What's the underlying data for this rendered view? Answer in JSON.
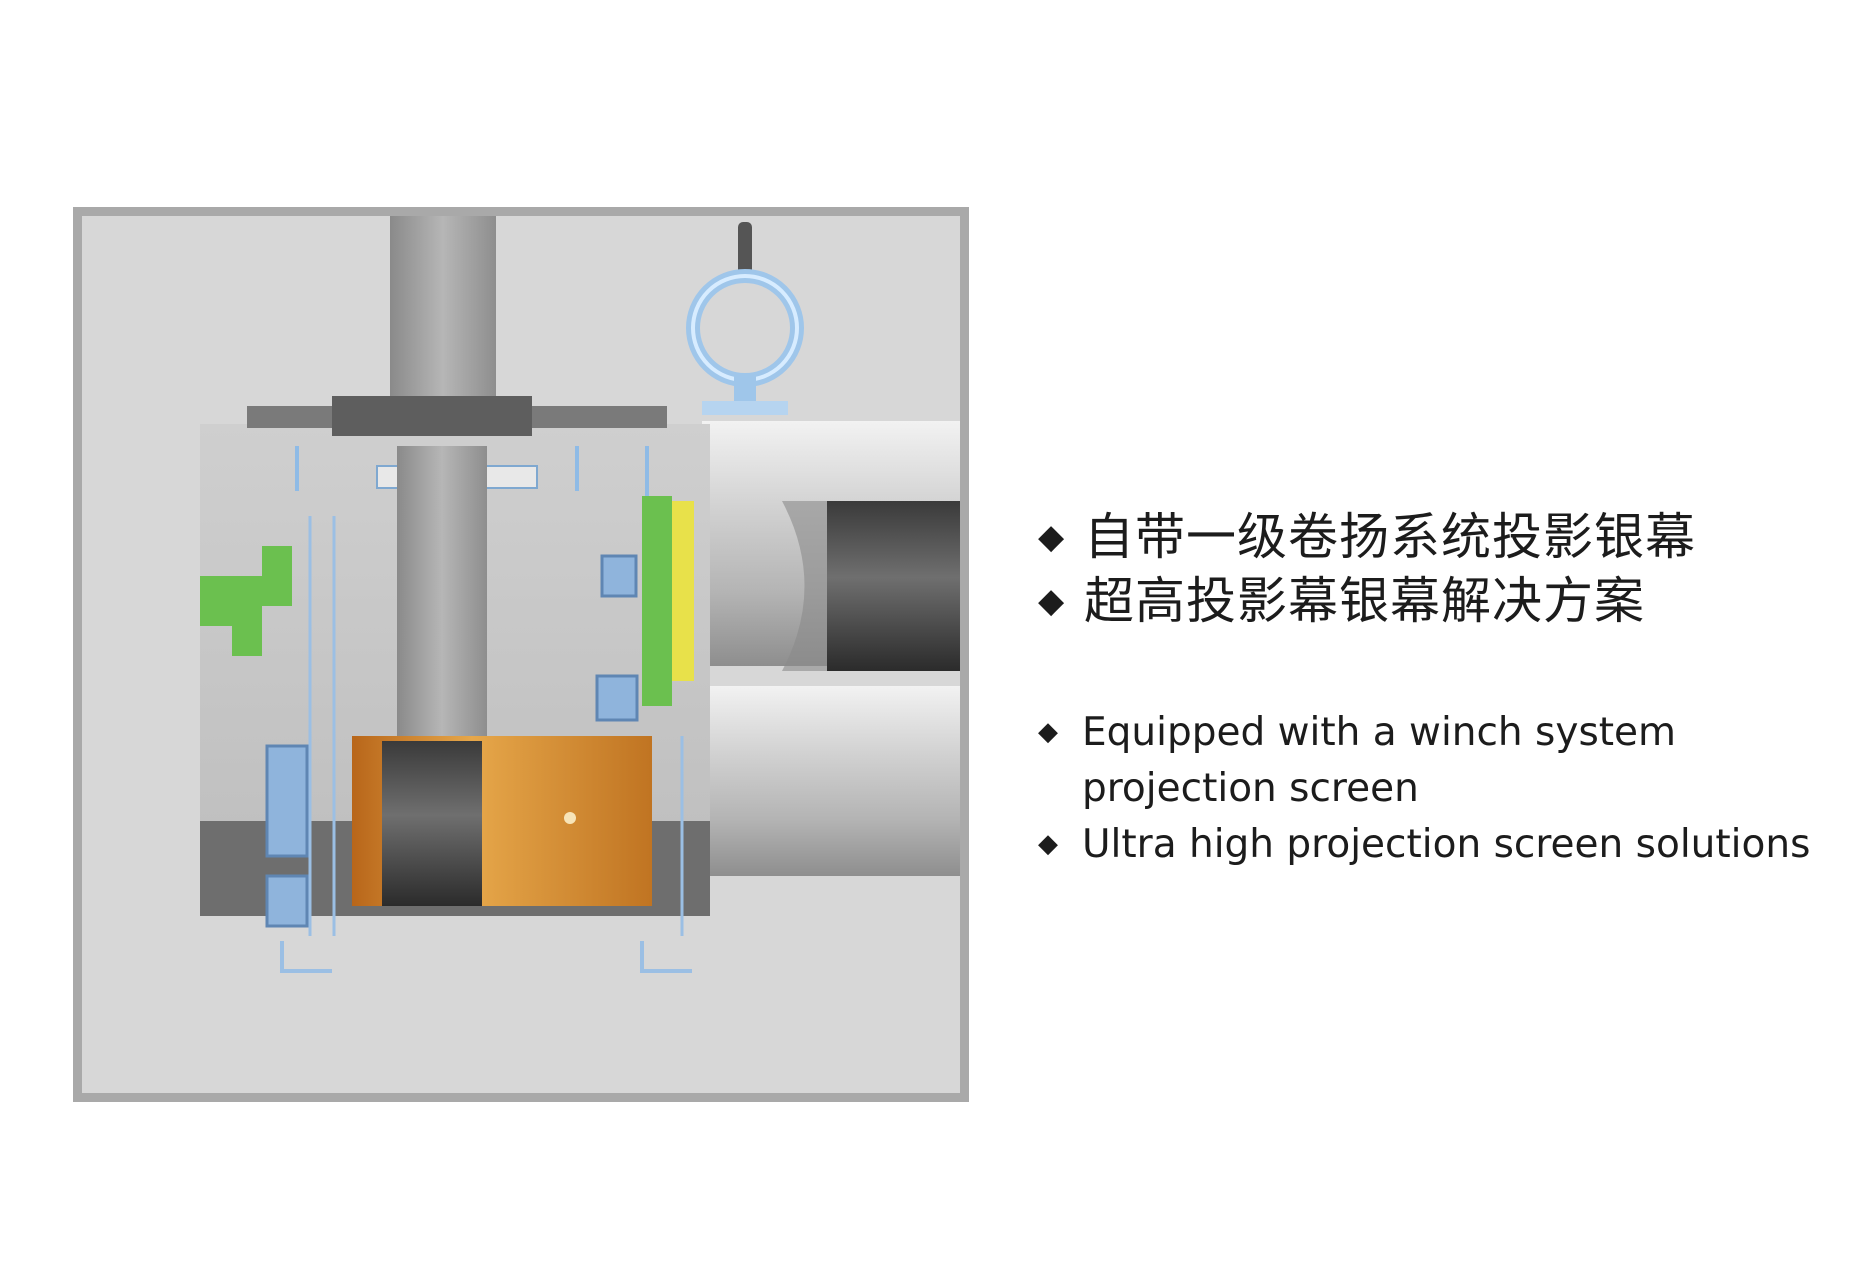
{
  "figure": {
    "icons": [
      "winch-motor-cutaway-illustration",
      "lifting-eye-bolt-icon"
    ]
  },
  "bullet_symbol": "◆",
  "chinese_features": [
    "自带一级卷扬系统投影银幕",
    "超高投影幕银幕解决方案"
  ],
  "english_features": [
    "Equipped with a winch system projection screen",
    "Ultra high projection screen solutions"
  ]
}
